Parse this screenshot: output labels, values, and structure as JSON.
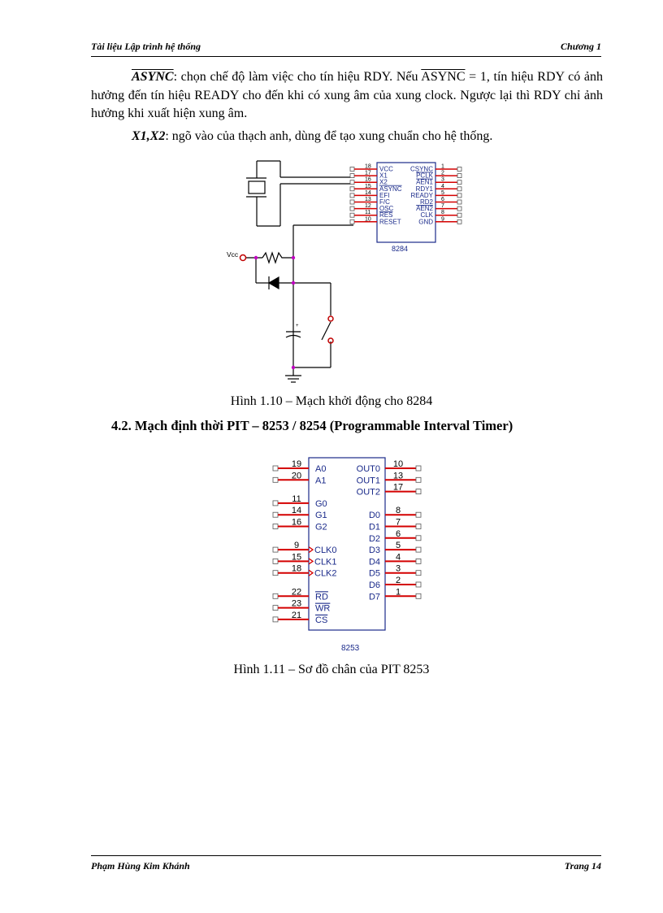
{
  "header": {
    "left": "Tài liệu Lập trình hệ thống",
    "right": "Chương 1"
  },
  "footer": {
    "left": "Phạm Hùng Kim Khánh",
    "right": "Trang 14"
  },
  "para_async": {
    "term": "ASYNC",
    "text": ": chọn chế độ làm việc cho tín hiệu RDY. Nếu ",
    "term2": "ASYNC",
    "text2": " = 1, tín hiệu RDY có ảnh hưởng đến tín hiệu READY cho đến khi có xung âm của xung clock. Ngược lại thì RDY chỉ ảnh hưởng khi xuất hiện xung âm."
  },
  "para_x1x2": {
    "term": "X1,X2",
    "text": ": ngõ vào của thạch anh, dùng để tạo xung chuẩn cho hệ thống."
  },
  "fig1": {
    "chip": "8284",
    "vcc_label": "Vcc",
    "left_pins": [
      {
        "num": "18",
        "name": "VCC",
        "bar": false
      },
      {
        "num": "17",
        "name": "X1",
        "bar": false
      },
      {
        "num": "16",
        "name": "X2",
        "bar": false
      },
      {
        "num": "15",
        "name": "ASYNC",
        "bar": true
      },
      {
        "num": "14",
        "name": "EFI",
        "bar": false
      },
      {
        "num": "13",
        "name": "F/C",
        "bar": false
      },
      {
        "num": "12",
        "name": "OSC",
        "bar": false
      },
      {
        "num": "11",
        "name": "RES",
        "bar": true
      },
      {
        "num": "10",
        "name": "RESET",
        "bar": false
      }
    ],
    "right_pins": [
      {
        "num": "1",
        "name": "CSYNC",
        "bar": false
      },
      {
        "num": "2",
        "name": "PCLK",
        "bar": true
      },
      {
        "num": "3",
        "name": "AEN1",
        "bar": true
      },
      {
        "num": "4",
        "name": "RDY1",
        "bar": false
      },
      {
        "num": "5",
        "name": "READY",
        "bar": false
      },
      {
        "num": "6",
        "name": "RD2",
        "bar": false
      },
      {
        "num": "7",
        "name": "AEN2",
        "bar": true
      },
      {
        "num": "8",
        "name": "CLK",
        "bar": false
      },
      {
        "num": "9",
        "name": "GND",
        "bar": false
      }
    ],
    "caption": "Hình 1.10 – Mạch khởi động cho 8284"
  },
  "heading": "4.2. Mạch định thời PIT – 8253 / 8254 (Programmable Interval Timer)",
  "fig2": {
    "chip": "8253",
    "left_pins": [
      {
        "num": "19",
        "name": "A0",
        "row": 0,
        "bar": false,
        "clk": false
      },
      {
        "num": "20",
        "name": "A1",
        "row": 1,
        "bar": false,
        "clk": false
      },
      {
        "num": "11",
        "name": "G0",
        "row": 3,
        "bar": false,
        "clk": false
      },
      {
        "num": "14",
        "name": "G1",
        "row": 4,
        "bar": false,
        "clk": false
      },
      {
        "num": "16",
        "name": "G2",
        "row": 5,
        "bar": false,
        "clk": false
      },
      {
        "num": "9",
        "name": "CLK0",
        "row": 7,
        "bar": false,
        "clk": true
      },
      {
        "num": "15",
        "name": "CLK1",
        "row": 8,
        "bar": false,
        "clk": true
      },
      {
        "num": "18",
        "name": "CLK2",
        "row": 9,
        "bar": false,
        "clk": true
      },
      {
        "num": "22",
        "name": "RD",
        "row": 11,
        "bar": true,
        "clk": false
      },
      {
        "num": "23",
        "name": "WR",
        "row": 12,
        "bar": true,
        "clk": false
      },
      {
        "num": "21",
        "name": "CS",
        "row": 13,
        "bar": true,
        "clk": false
      }
    ],
    "right_pins": [
      {
        "num": "10",
        "name": "OUT0",
        "row": 0
      },
      {
        "num": "13",
        "name": "OUT1",
        "row": 1
      },
      {
        "num": "17",
        "name": "OUT2",
        "row": 2
      },
      {
        "num": "8",
        "name": "D0",
        "row": 4
      },
      {
        "num": "7",
        "name": "D1",
        "row": 5
      },
      {
        "num": "6",
        "name": "D2",
        "row": 6
      },
      {
        "num": "5",
        "name": "D3",
        "row": 7
      },
      {
        "num": "4",
        "name": "D4",
        "row": 8
      },
      {
        "num": "3",
        "name": "D5",
        "row": 9
      },
      {
        "num": "2",
        "name": "D6",
        "row": 10
      },
      {
        "num": "1",
        "name": "D7",
        "row": 11
      }
    ],
    "caption": "Hình 1.11 – Sơ đồ chân của PIT 8253"
  },
  "colors": {
    "pin": "#d40000",
    "label": "#1a2a8a",
    "node": "#c000c0",
    "wire": "#8b0000"
  }
}
